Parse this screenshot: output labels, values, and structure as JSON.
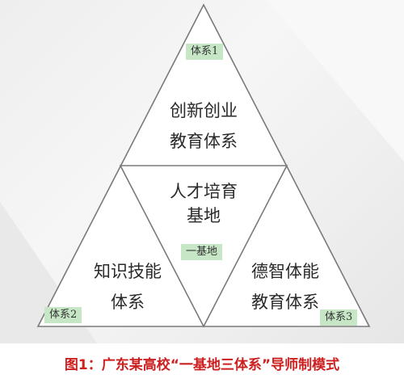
{
  "diagram": {
    "top": {
      "line1": "创新创业",
      "line2": "教育体系",
      "tag": "体系1"
    },
    "center": {
      "line1": "人才培育",
      "line2": "基地",
      "tag": "一基地"
    },
    "left": {
      "line1": "知识技能",
      "line2": "体系",
      "tag": "体系2"
    },
    "right": {
      "line1": "德智体能",
      "line2": "教育体系",
      "tag": "体系3"
    }
  },
  "caption": "图1：广东某高校“一基地三体系”导师制模式",
  "colors": {
    "tag_bg": "#c6e6c6",
    "caption": "#cc1f1f",
    "line": "#7a7a7a"
  }
}
